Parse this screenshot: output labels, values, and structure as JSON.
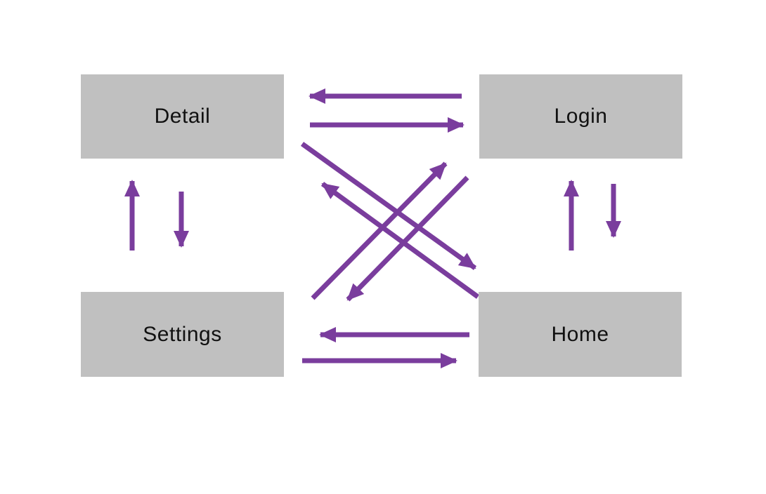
{
  "diagram": {
    "colors": {
      "background": "#ffffff",
      "node_fill": "#c0c0c0",
      "node_text": "#111111",
      "arrow": "#7a3d9d"
    },
    "nodes": [
      {
        "id": "detail",
        "label": "Detail"
      },
      {
        "id": "login",
        "label": "Login"
      },
      {
        "id": "settings",
        "label": "Settings"
      },
      {
        "id": "home",
        "label": "Home"
      }
    ],
    "edges": [
      {
        "from": "detail",
        "to": "login"
      },
      {
        "from": "login",
        "to": "detail"
      },
      {
        "from": "detail",
        "to": "settings"
      },
      {
        "from": "settings",
        "to": "detail"
      },
      {
        "from": "login",
        "to": "home"
      },
      {
        "from": "home",
        "to": "login"
      },
      {
        "from": "settings",
        "to": "home"
      },
      {
        "from": "home",
        "to": "settings"
      },
      {
        "from": "detail",
        "to": "home"
      },
      {
        "from": "home",
        "to": "detail"
      },
      {
        "from": "settings",
        "to": "login"
      },
      {
        "from": "login",
        "to": "settings"
      }
    ]
  }
}
